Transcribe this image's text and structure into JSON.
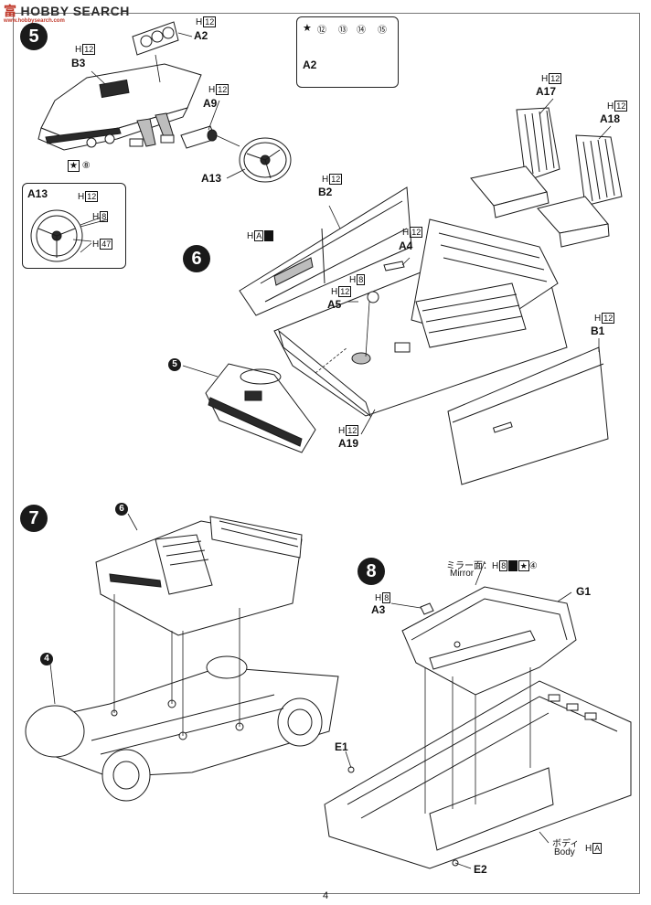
{
  "watermark": {
    "brand": "HOBBY SEARCH",
    "brand_cn": "富",
    "url": "www.hobbysearch.com"
  },
  "page_number": "4",
  "steps": {
    "s5": "5",
    "s6": "6",
    "s7": "7",
    "s8": "8"
  },
  "inset_a2": {
    "label": "A2",
    "refs": [
      "⑫",
      "⑬",
      "⑭",
      "⑮"
    ]
  },
  "inset_a13": {
    "label": "A13",
    "code_top": "H",
    "code_top_n": "12",
    "code_mid": "H",
    "code_mid_n": "8",
    "code_rim": "H",
    "code_rim_n": "47"
  },
  "step5": {
    "a2": "A2",
    "a2_code": "H",
    "a2_code_n": "12",
    "b3": "B3",
    "b3_code": "H",
    "b3_code_n": "12",
    "a9": "A9",
    "a9_code": "H",
    "a9_code_n": "12",
    "a13": "A13",
    "star_ref": "⑧"
  },
  "step6": {
    "b2": "B2",
    "b2_code": "H",
    "b2_code_n": "12",
    "ha": "H",
    "ha_n": "A",
    "a4": "A4",
    "a4_code": "H",
    "a4_code_n": "12",
    "a5": "A5",
    "a5_code1": "H",
    "a5_code1_n": "8",
    "a5_code2": "H",
    "a5_code2_n": "12",
    "a17": "A17",
    "a17_code": "H",
    "a17_code_n": "12",
    "a18": "A18",
    "a18_code": "H",
    "a18_code_n": "12",
    "b1": "B1",
    "b1_code": "H",
    "b1_code_n": "12",
    "a19": "A19",
    "a19_code": "H",
    "a19_code_n": "12",
    "sub_ref": "5"
  },
  "step7": {
    "sub_ref_top": "6",
    "sub_ref_bottom": "4"
  },
  "step8": {
    "mirror_jp": "ミラー面：H",
    "mirror_n": "8",
    "mirror_ref": "④",
    "mirror_en": "Mirror",
    "a3": "A3",
    "a3_code": "H",
    "a3_code_n": "8",
    "g1": "G1",
    "e1": "E1",
    "e2": "E2",
    "body_jp": "ボディ",
    "body_en": "Body",
    "body_code": "H",
    "body_code_n": "A"
  }
}
